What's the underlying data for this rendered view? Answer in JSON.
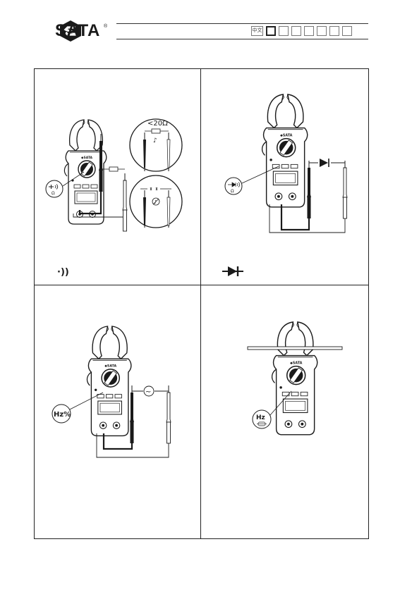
{
  "header": {
    "brand": "SATA",
    "registered": "®",
    "lang_label": "中文",
    "lang_boxes": 7,
    "active_box": 0
  },
  "panels": [
    {
      "id": "continuity",
      "dial_icon": "continuity-buzzer-icon",
      "callout_resistance": "<20Ω",
      "symbol": "·))"
    },
    {
      "id": "diode",
      "dial_icon": "diode-icon",
      "symbol": "diode-symbol"
    },
    {
      "id": "frequency-test-leads",
      "dial_label": "Hz%",
      "source_symbol": "~"
    },
    {
      "id": "frequency-clamp",
      "dial_label": "Hz"
    }
  ],
  "meter": {
    "brand_small": "SATA"
  },
  "colors": {
    "ink": "#1a1a1a",
    "border": "#222222"
  }
}
